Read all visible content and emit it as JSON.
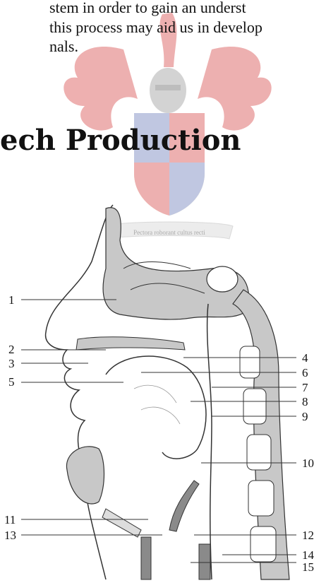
{
  "page": {
    "text_lines": [
      "stem in order to gain an underst",
      "this process may aid us in develop",
      "nals."
    ],
    "section_heading": "ech Production"
  },
  "watermark": {
    "motto": "Pectora roborant cultus recti",
    "colors": {
      "red": "#e07070",
      "blue": "#8d9ac9",
      "gold": "#c9b37a",
      "gray": "#b0b0b0"
    }
  },
  "figure": {
    "labels": [
      "1",
      "2",
      "3",
      "4",
      "5",
      "6",
      "7",
      "8",
      "9",
      "10",
      "11",
      "12",
      "13",
      "14",
      "15"
    ],
    "colors": {
      "shade": "#c8c8c8",
      "dark": "#8a8a8a",
      "outline": "#333333"
    }
  }
}
